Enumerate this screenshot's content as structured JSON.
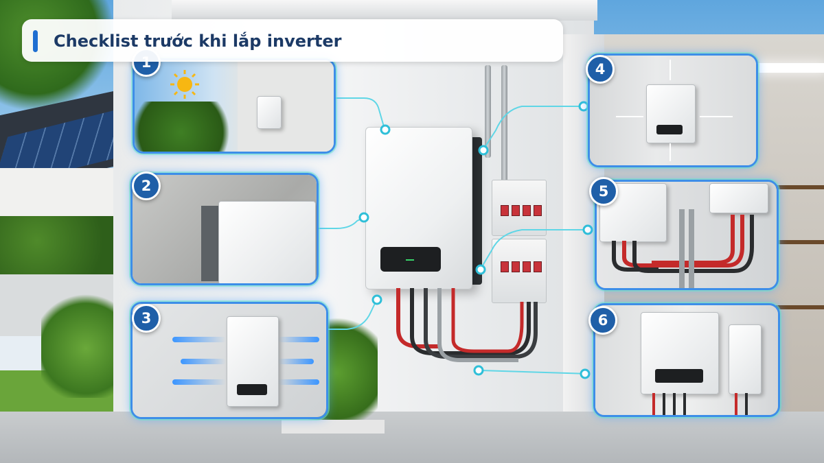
{
  "title": "Checklist trước khi lắp inverter",
  "steps": [
    {
      "number": "1"
    },
    {
      "number": "2"
    },
    {
      "number": "3"
    },
    {
      "number": "4"
    },
    {
      "number": "5"
    },
    {
      "number": "6"
    }
  ],
  "colors": {
    "accent": "#1f6fd1",
    "title_text": "#1c3a66",
    "panel_border": "#3d8ee8",
    "panel_glow": "#6ee6c8",
    "badge_fill": "#1f5fa8",
    "connector": "#5fd6e6"
  },
  "icons": [
    "sun-icon",
    "airflow-arrow-icon",
    "clearance-arrow-icon"
  ]
}
